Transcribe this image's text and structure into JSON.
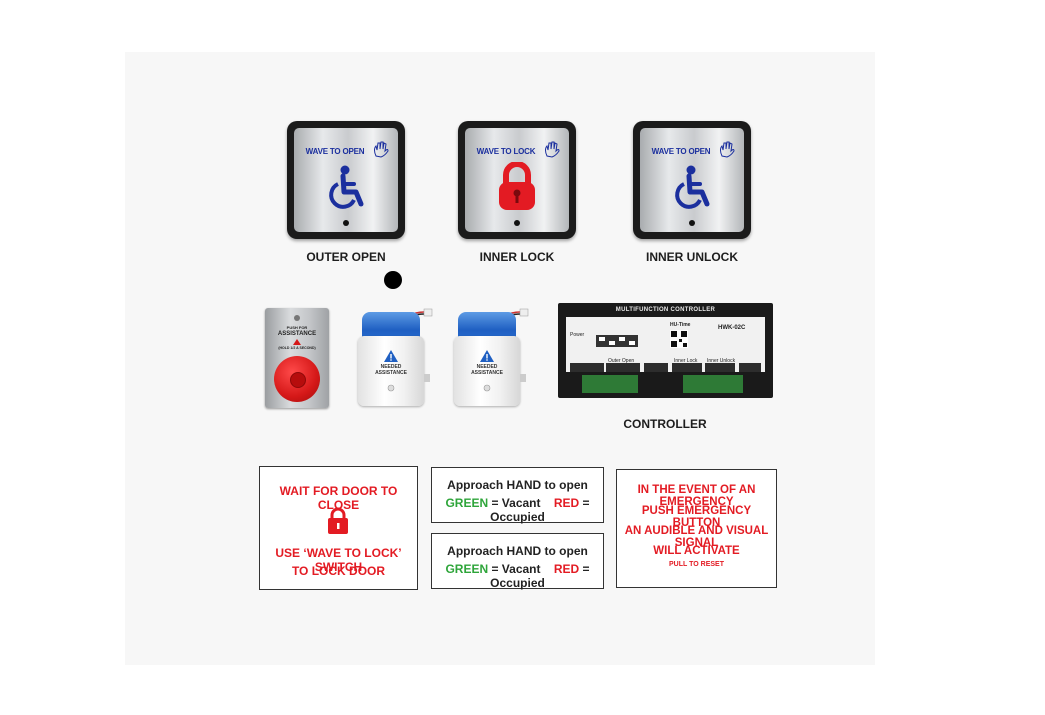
{
  "buttons": [
    {
      "top_text": "WAVE TO OPEN",
      "icon": "wheelchair-icon",
      "caption": "OUTER OPEN"
    },
    {
      "top_text": "WAVE TO LOCK",
      "icon": "padlock-icon",
      "caption": "INNER LOCK"
    },
    {
      "top_text": "WAVE TO OPEN",
      "icon": "wheelchair-icon",
      "caption": "INNER UNLOCK"
    }
  ],
  "push_button": {
    "line1": "PUSH FOR",
    "line2": "ASSISTANCE",
    "line3": "(HOLD 1/2 A SECOND)"
  },
  "strobes": [
    {
      "label_line1": "NEEDED",
      "label_line2": "ASSISTANCE"
    },
    {
      "label_line1": "NEEDED",
      "label_line2": "ASSISTANCE"
    }
  ],
  "controller": {
    "title": "MULTIFUNCTION CONTROLLER",
    "model": "HWK-02C",
    "hu_time": "HU-Time",
    "section_outer_open": "Outer Open",
    "section_inner_lock": "Inner Lock",
    "section_inner_unlock": "Inner Unlock",
    "power": "Power",
    "caption": "CONTROLLER"
  },
  "sign_left": {
    "line1": "WAIT FOR DOOR TO CLOSE",
    "line2": "USE ‘WAVE TO LOCK’ SWITCH",
    "line3": "TO LOCK DOOR"
  },
  "sign_middle": [
    {
      "title": "Approach HAND to open",
      "green": "GREEN",
      "vacant": "= Vacant",
      "red": "RED",
      "occupied": "= Occupied"
    },
    {
      "title": "Approach HAND to open",
      "green": "GREEN",
      "vacant": "= Vacant",
      "red": "RED",
      "occupied": "= Occupied"
    }
  ],
  "sign_right": {
    "line1": "IN THE EVENT OF AN EMERGENCY",
    "line2": "PUSH EMERGENCY BUTTON",
    "line3": "AN AUDIBLE AND VISUAL SIGNAL",
    "line4": "WILL ACTIVATE",
    "line5": "PULL TO RESET"
  },
  "colors": {
    "accent_blue": "#1b2f9e",
    "red": "#e31b23",
    "green": "#2ea53a",
    "strobe_blue": "#1f5fc2"
  }
}
